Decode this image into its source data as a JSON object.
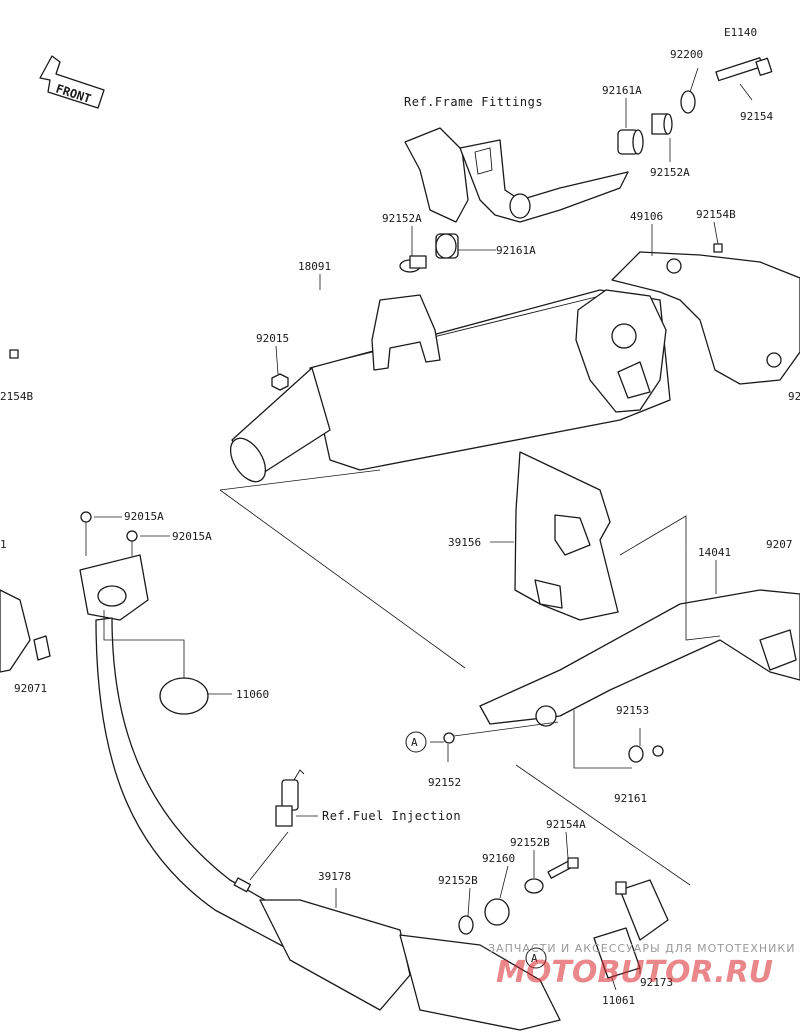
{
  "diagram_code": "E1140",
  "front_label": "FRONT",
  "refs": {
    "frame_fittings": "Ref.Frame Fittings",
    "fuel_injection": "Ref.Fuel Injection"
  },
  "callouts": {
    "p92200": "92200",
    "p92154_top": "92154",
    "p92161A_top": "92161A",
    "p92152A_top": "92152A",
    "p92152A_left": "92152A",
    "p92161A_mid": "92161A",
    "p49106": "49106",
    "p92154B_right": "92154B",
    "p18091": "18091",
    "p92015": "92015",
    "p2154B_left": "2154B",
    "p92_right": "92",
    "p92015A_1": "92015A",
    "p92015A_2": "92015A",
    "p1_left": "1",
    "p39156": "39156",
    "p14041": "14041",
    "p9207_right": "9207",
    "p92071": "92071",
    "p11060": "11060",
    "p92153": "92153",
    "p92152": "92152",
    "p92161": "92161",
    "p92154A": "92154A",
    "p92152B_a": "92152B",
    "p92160": "92160",
    "p92152B_b": "92152B",
    "p39178": "39178",
    "p92173": "92173",
    "p11061": "11061"
  },
  "markers": {
    "a1": "A",
    "a2": "A"
  },
  "watermark": {
    "line1": "ЗАПЧАСТИ И АКСЕССУАРЫ ДЛЯ МОТОТЕХНИКИ",
    "line2": "MOTOBUTOR.RU"
  }
}
